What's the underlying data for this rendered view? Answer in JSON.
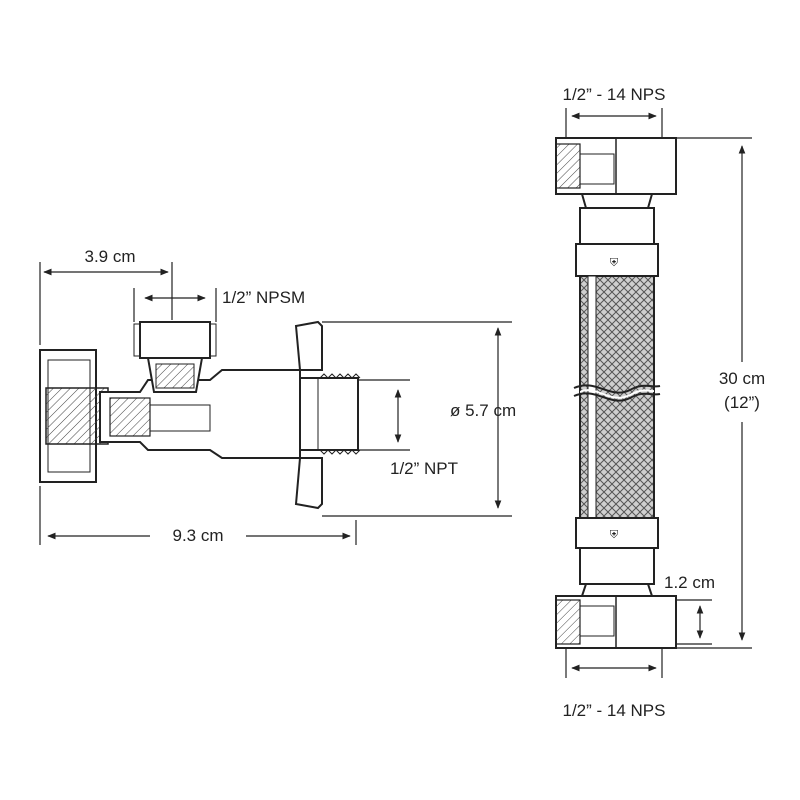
{
  "colors": {
    "line": "#222222",
    "background": "#ffffff",
    "hatch": "#555555"
  },
  "valve": {
    "dim_width_small": "3.9 cm",
    "dim_inlet_thread": "1/2” NPSM",
    "dim_flange_diameter": "ø 5.7 cm",
    "dim_outlet_thread": "1/2” NPT",
    "dim_total_length": "9.3 cm"
  },
  "hose": {
    "dim_top_thread": "1/2” - 14 NPS",
    "dim_length_metric": "30 cm",
    "dim_length_imperial": "(12”)",
    "dim_nut_height": "1.2 cm",
    "dim_bottom_thread": "1/2” - 14 NPS"
  }
}
